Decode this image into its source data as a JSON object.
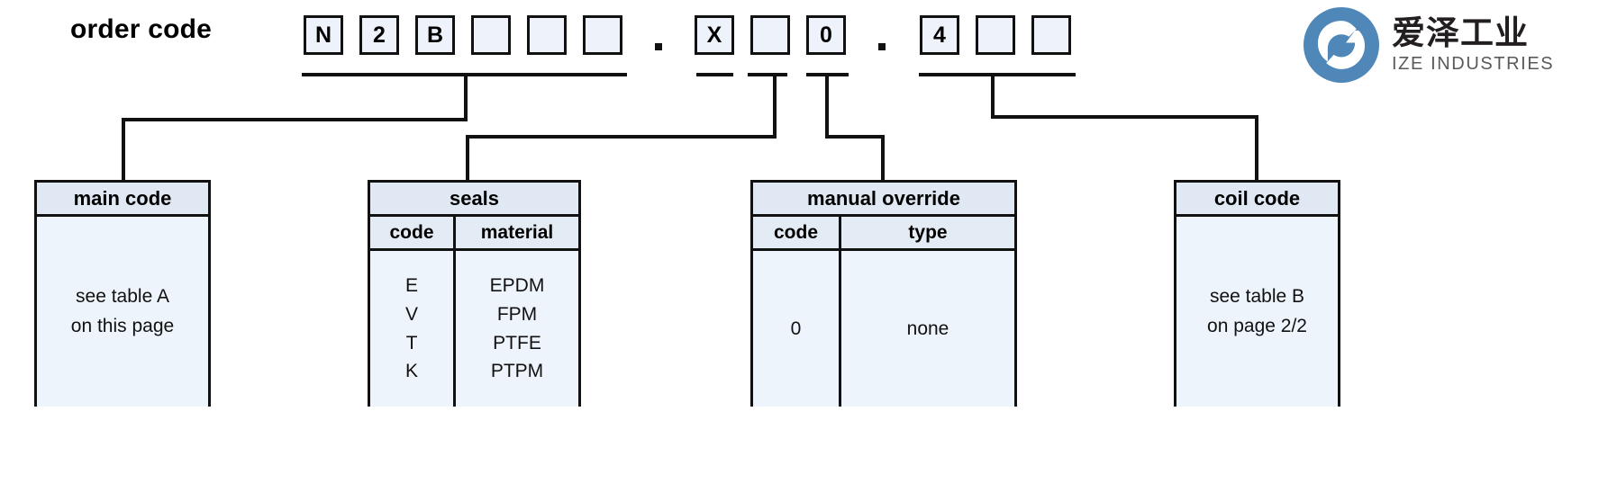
{
  "diagram": {
    "title": "order code",
    "separator": ".",
    "code_boxes": [
      {
        "value": "N",
        "filled": true
      },
      {
        "value": "2",
        "filled": true
      },
      {
        "value": "B",
        "filled": true
      },
      {
        "value": "",
        "filled": false
      },
      {
        "value": "",
        "filled": false
      },
      {
        "value": "",
        "filled": false
      },
      {
        "value": "X",
        "filled": true
      },
      {
        "value": "",
        "filled": false
      },
      {
        "value": "0",
        "filled": true
      },
      {
        "value": "4",
        "filled": true
      },
      {
        "value": "",
        "filled": false
      },
      {
        "value": "",
        "filled": false
      }
    ],
    "tables": {
      "main_code": {
        "header": "main code",
        "text_line_1": "see table A",
        "text_line_2": "on this page"
      },
      "seals": {
        "header": "seals",
        "columns": [
          "code",
          "material"
        ],
        "rows": [
          {
            "code": "E",
            "material": "EPDM"
          },
          {
            "code": "V",
            "material": "FPM"
          },
          {
            "code": "T",
            "material": "PTFE"
          },
          {
            "code": "K",
            "material": "PTPM"
          }
        ]
      },
      "manual_override": {
        "header": "manual override",
        "columns": [
          "code",
          "type"
        ],
        "rows": [
          {
            "code": "0",
            "type": "none"
          }
        ]
      },
      "coil_code": {
        "header": "coil code",
        "text_line_1": "see table B",
        "text_line_2": "on page 2/2"
      }
    },
    "logo": {
      "name_cn": "爱泽工业",
      "name_en": "IZE INDUSTRIES",
      "brand_color": "#4e87b8"
    },
    "colors": {
      "box_fill": "#eef2fa",
      "table_fill": "#eef4fb",
      "header_fill": "#dfe8f3",
      "line": "#111111"
    }
  }
}
